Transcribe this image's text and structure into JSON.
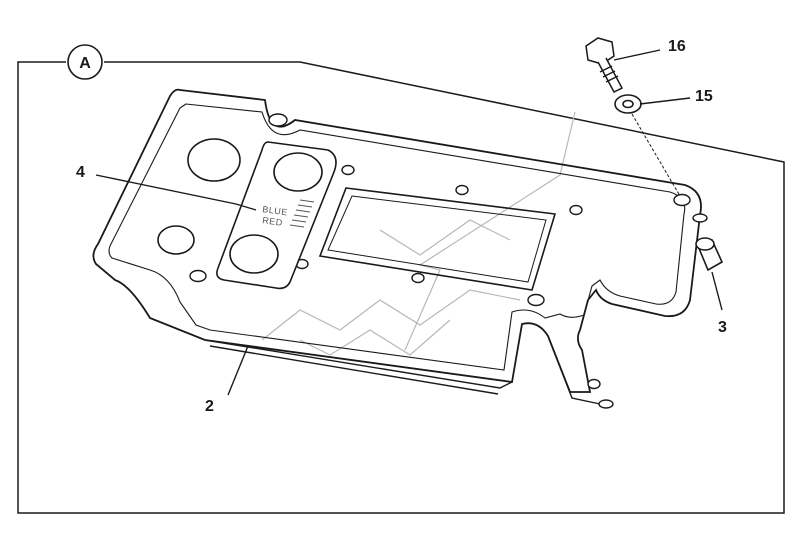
{
  "view_label": "A",
  "callouts": {
    "bolt": "16",
    "washer": "15",
    "bushing": "3",
    "gasket": "4",
    "panel": "2"
  },
  "gasket_stamp": {
    "line1": "BLUE",
    "line2": "RED"
  },
  "colors": {
    "line": "#1a1a1a",
    "watermark": "#b8b8b8",
    "background": "#ffffff"
  }
}
